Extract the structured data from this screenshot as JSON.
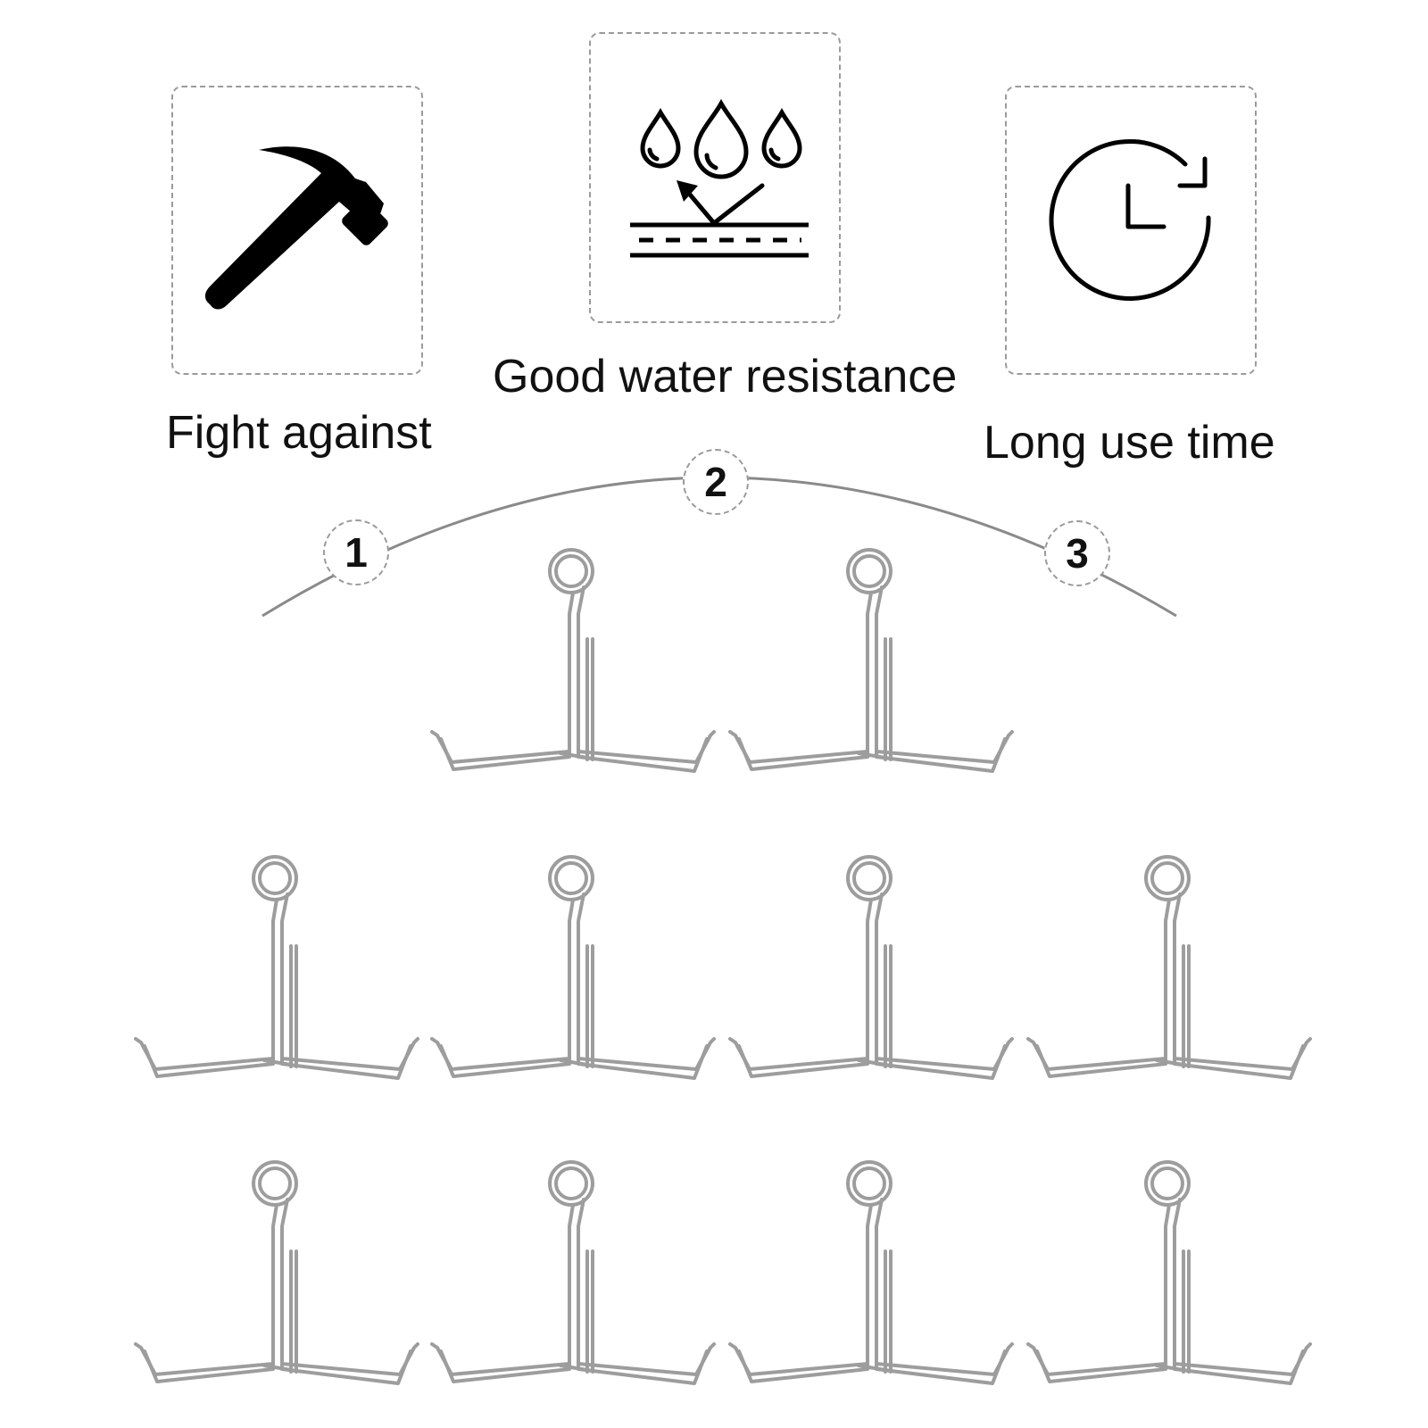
{
  "features": [
    {
      "icon": "hammer-icon",
      "label": "Fight against"
    },
    {
      "icon": "water-drops-icon",
      "label": "Good water resistance"
    },
    {
      "icon": "clock-refresh-icon",
      "label": "Long use time"
    }
  ],
  "steps": [
    "1",
    "2",
    "3"
  ],
  "product": {
    "name": "triple-prong wire hook",
    "count": 10,
    "rows": [
      2,
      4,
      4
    ],
    "color": "#9d9d9d"
  },
  "colors": {
    "text": "#111111",
    "icon": "#000000",
    "border": "#9a9a9a",
    "arc": "#8a8a8a"
  }
}
